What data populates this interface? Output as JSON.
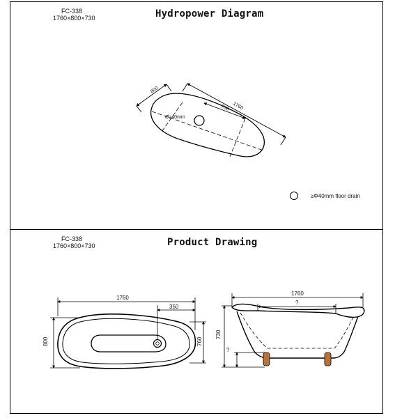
{
  "hydropower": {
    "model": "FC-338",
    "size": "1760×800×730",
    "title": "Hydropower Diagram",
    "dim_width": "800",
    "dim_length": "1760",
    "dim_offset": "700",
    "drain_dim": "Ø≥40mm",
    "legend_label": "≥Φ40mm floor drain"
  },
  "product": {
    "model": "FC-338",
    "size": "1760×800×730",
    "title": "Product Drawing",
    "plan": {
      "length": "1760",
      "drain_offset": "350",
      "width_outer": "800",
      "width_inner": "760"
    },
    "side": {
      "length": "1760",
      "inner": "?",
      "height": "730",
      "foot": "?"
    }
  },
  "colors": {
    "line": "#000000",
    "feet": "#b9703a"
  }
}
